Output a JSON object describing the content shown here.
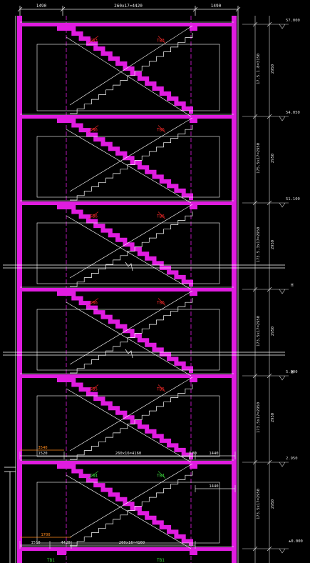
{
  "colors": {
    "background": "#000000",
    "wall": "#e01ce0",
    "line": "#ffffff",
    "dim": "#dcdcdc",
    "tag_red": "#ff2a2a",
    "tag_green": "#3ad13a",
    "orange": "#ff8a1a"
  },
  "top_dims": [
    "1490",
    "260x17=4420",
    "1490"
  ],
  "floors": [
    {
      "flight": "17.5.1.8=3150",
      "height": "2950",
      "level": "57.000",
      "tags": [
        "TB3",
        "TB3"
      ],
      "tag_color": "red"
    },
    {
      "flight": "175.5x17=2950",
      "height": "2950",
      "level": "54.050",
      "tags": [
        "TB6",
        "TB6"
      ],
      "tag_color": "red"
    },
    {
      "flight": "173.5.3x17=2950",
      "height": "2950",
      "level": "51.100",
      "tags": [
        "TB6",
        "TB6"
      ],
      "tag_color": "red"
    },
    {
      "flight": "173.5x17=2950",
      "height": "2950",
      "level": "",
      "tags": [
        "TB6",
        "TB6"
      ],
      "tag_color": "red"
    },
    {
      "flight": "173.5x17=2950",
      "height": "2950",
      "level": "5.900",
      "tags": [
        "TB5",
        "TB5"
      ],
      "tag_color": "red"
    },
    {
      "flight": "173.5x17=2950",
      "height": "2950",
      "level": "2.950",
      "tags": [
        "TB4",
        "TB4"
      ],
      "tag_color": "green"
    }
  ],
  "break_marks": [
    "H",
    "H"
  ],
  "lower_dims": {
    "row1": [
      "1520",
      "260x16=4160",
      "180",
      "1440"
    ],
    "row1_orange": "3540",
    "row2": [
      "1440"
    ],
    "row3": [
      "1510",
      "4420",
      "260x16=4160"
    ],
    "row3_orange": "1700",
    "bottom_level": "±0.000",
    "bottom_tags": [
      "TB1",
      "TB1"
    ]
  }
}
